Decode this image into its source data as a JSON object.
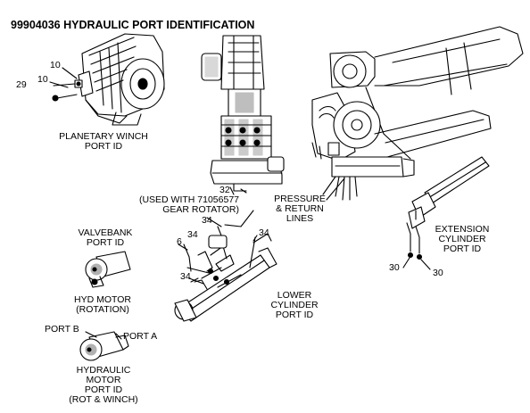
{
  "title": "99904036 HYDRAULIC PORT IDENTIFICATION",
  "captions": {
    "planetary_winch": [
      "PLANETARY WINCH",
      "PORT ID"
    ],
    "gear_rotator": [
      "(USED WITH 71056577",
      "GEAR ROTATOR)"
    ],
    "pressure_return": [
      "PRESSURE",
      "& RETURN",
      "LINES"
    ],
    "extension_cylinder": [
      "EXTENSION",
      "CYLINDER",
      "PORT ID"
    ],
    "valvebank": [
      "VALVEBANK",
      "PORT ID"
    ],
    "hyd_motor": [
      "HYD MOTOR",
      "(ROTATION)"
    ],
    "lower_cylinder": [
      "LOWER",
      "CYLINDER",
      "PORT ID"
    ],
    "hydraulic_motor": [
      "HYDRAULIC",
      "MOTOR",
      "PORT ID",
      "(ROT & WINCH)"
    ],
    "port_b": "PORT B",
    "port_a": "PORT A"
  },
  "callouts": {
    "c10a": "10",
    "c10b": "10",
    "c29": "29",
    "c32": "32",
    "c34a": "34",
    "c34b": "34",
    "c34c": "34",
    "c34d": "34",
    "c6": "6",
    "c30a": "30",
    "c30b": "30"
  }
}
